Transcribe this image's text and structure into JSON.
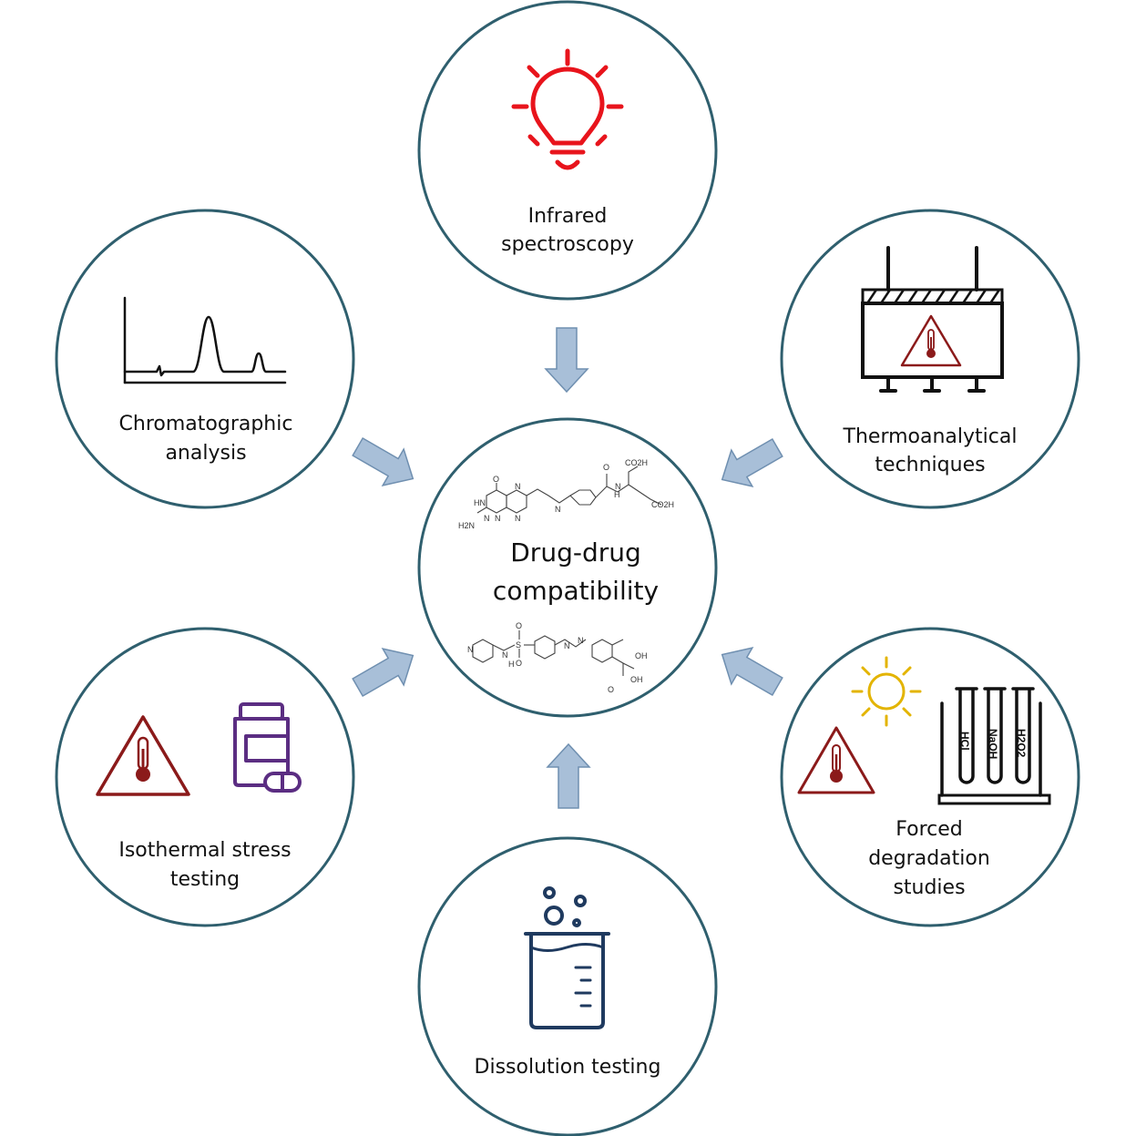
{
  "center": {
    "label_line1": "Drug-drug",
    "label_line2": "compatibility",
    "molecule_top_labels": [
      "O",
      "HN",
      "N",
      "N",
      "H2N",
      "N",
      "N",
      "N",
      "O",
      "CO2H",
      "H",
      "N",
      "CO2H"
    ],
    "molecule_bottom_labels": [
      "N",
      "S",
      "O",
      "O",
      "N",
      "H",
      "N",
      "N",
      "OH",
      "O",
      "OH"
    ]
  },
  "nodes": [
    {
      "id": "infrared",
      "label_lines": [
        "Infrared",
        "spectroscopy"
      ],
      "icon": "lightbulb-icon"
    },
    {
      "id": "thermo",
      "label_lines": [
        "Thermoanalytical",
        "techniques"
      ],
      "icon": "thermal-analyzer-icon"
    },
    {
      "id": "forced",
      "label_lines": [
        "Forced",
        "degradation",
        "studies"
      ],
      "icon": "degradation-icon",
      "tube_labels": [
        "HCl",
        "NaOH",
        "H2O2"
      ]
    },
    {
      "id": "dissolution",
      "label_lines": [
        "Dissolution testing"
      ],
      "icon": "beaker-icon"
    },
    {
      "id": "isothermal",
      "label_lines": [
        "Isothermal stress",
        "testing"
      ],
      "icon": "warning-thermometer-icon"
    },
    {
      "id": "chromatographic",
      "label_lines": [
        "Chromatographic",
        "analysis"
      ],
      "icon": "chromatogram-icon"
    }
  ],
  "colors": {
    "circle_stroke": "#2f5f6e",
    "arrow_fill": "#a8bfd8",
    "arrow_stroke": "#6f8fb0",
    "bulb": "#e8141c",
    "warning": "#8b1a1a",
    "sun": "#e3b400",
    "bottle": "#5b2d82",
    "beaker": "#1f3a5f",
    "dark": "#111111"
  }
}
